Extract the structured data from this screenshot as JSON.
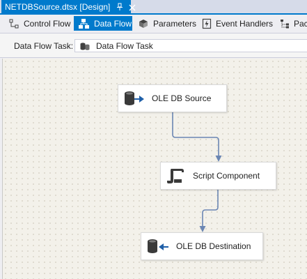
{
  "document_tab": {
    "title": "NETDBSource.dtsx [Design]"
  },
  "designer_tabs": [
    {
      "label": "Control Flow",
      "icon": "control-flow-icon",
      "active": false
    },
    {
      "label": "Data Flow",
      "icon": "data-flow-icon",
      "active": true
    },
    {
      "label": "Parameters",
      "icon": "parameters-icon",
      "active": false
    },
    {
      "label": "Event Handlers",
      "icon": "event-handlers-icon",
      "active": false
    },
    {
      "label": "Pac",
      "icon": "package-explorer-icon",
      "active": false
    }
  ],
  "task_row": {
    "label": "Data Flow Task:",
    "selected_task": "Data Flow Task"
  },
  "canvas": {
    "nodes": [
      {
        "label": "OLE DB Source",
        "icon": "ole-db-source-icon"
      },
      {
        "label": "Script Component",
        "icon": "script-component-icon"
      },
      {
        "label": "OLE DB Destination",
        "icon": "ole-db-destination-icon"
      }
    ]
  },
  "colors": {
    "accent": "#007acc",
    "canvas_background": "#f3f1ea",
    "connector": "#6b86b3"
  }
}
